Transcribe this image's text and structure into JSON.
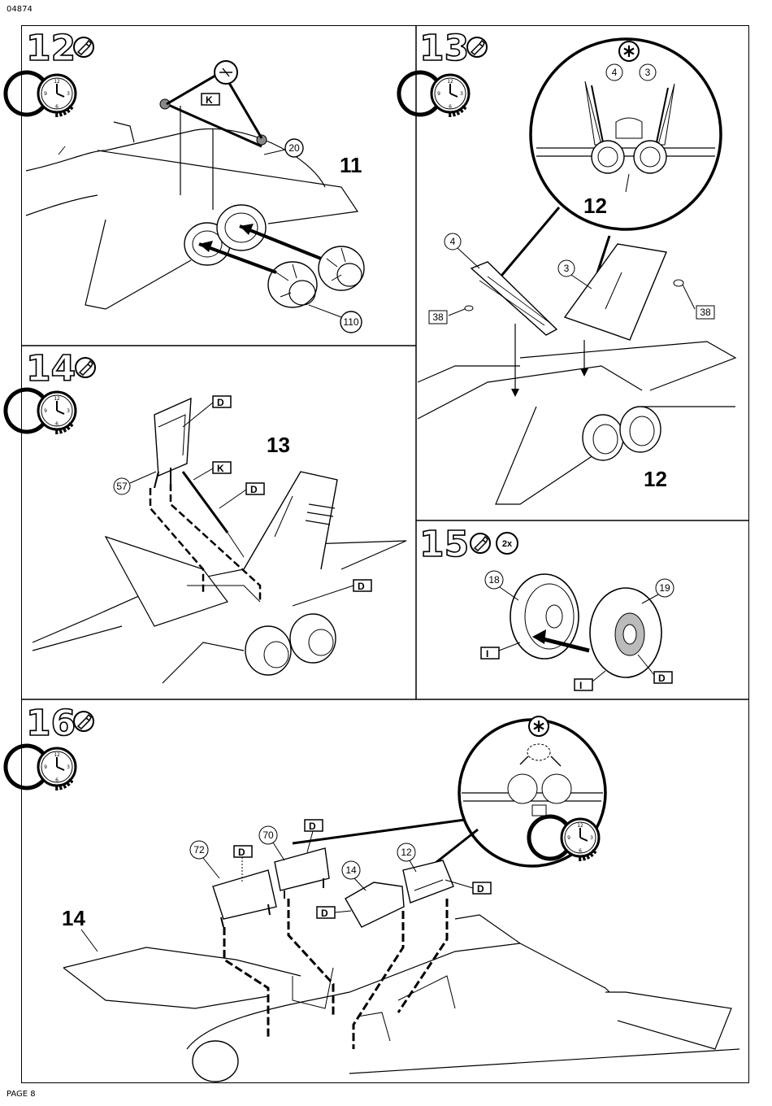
{
  "header": {
    "code": "04874"
  },
  "footer": {
    "page_label": "PAGE 8"
  },
  "steps": {
    "s12": {
      "number": "12",
      "parts": {
        "p20": "20",
        "p110": "110",
        "assy": "11"
      },
      "tag_k": "K"
    },
    "s13": {
      "number": "13",
      "parts": {
        "p4a": "4",
        "p3a": "3",
        "p4b": "4",
        "p3b": "3",
        "p38a": "38",
        "p38b": "38",
        "assy_top": "12",
        "assy_bottom": "12"
      }
    },
    "s14": {
      "number": "14",
      "parts": {
        "p57": "57",
        "assy": "13"
      },
      "tag_d1": "D",
      "tag_k": "K",
      "tag_d2": "D",
      "tag_d3": "D"
    },
    "s15": {
      "number": "15",
      "qty": "2x",
      "parts": {
        "p18": "18",
        "p19": "19"
      },
      "tag_i1": "I",
      "tag_i2": "I",
      "tag_d": "D"
    },
    "s16": {
      "number": "16",
      "parts": {
        "p72": "72",
        "p70": "70",
        "p14": "14",
        "p12": "12",
        "assy": "14"
      },
      "tag_d1": "D",
      "tag_d2": "D",
      "tag_d3": "D",
      "tag_d4": "D"
    }
  },
  "icons": {
    "glue": "glue-tube-icon",
    "clock": "drying-time-clock-icon",
    "detail": "asterisk-detail-icon",
    "paint": "paint-color-tag-icon"
  }
}
